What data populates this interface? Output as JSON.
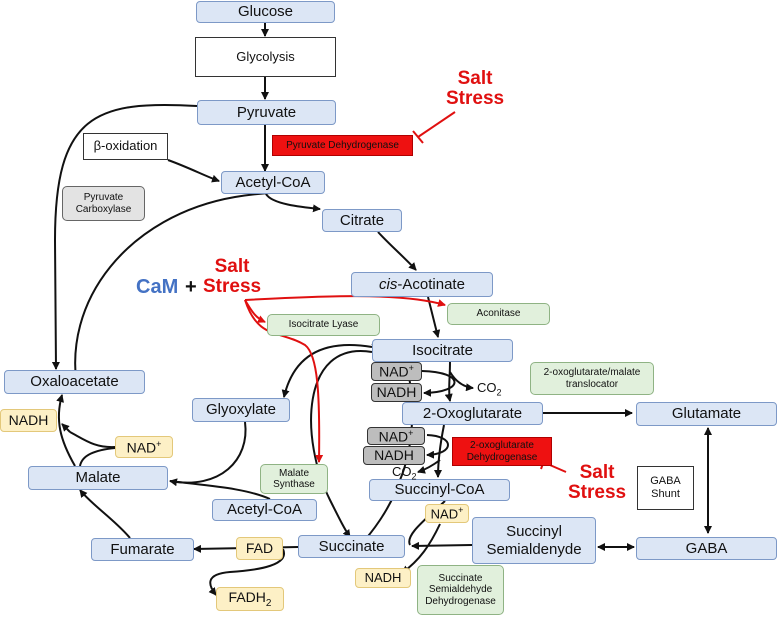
{
  "metabolites": {
    "glucose": "Glucose",
    "pyruvate": "Pyruvate",
    "acetyl_coa": "Acetyl-CoA",
    "citrate": "Citrate",
    "cis_aconitate_prefix": "cis",
    "cis_aconitate_suffix": "-Acotinate",
    "isocitrate": "Isocitrate",
    "oxaloacetate": "Oxaloacetate",
    "glyoxylate": "Glyoxylate",
    "oxoglutarate": "2-Oxoglutarate",
    "glutamate": "Glutamate",
    "malate": "Malate",
    "acetyl_coa_2": "Acetyl-CoA",
    "succinyl_coa": "Succinyl-CoA",
    "succinyl_semialdehyde_1": "Succinyl",
    "succinyl_semialdehyde_2": "Semialdenyde",
    "fumarate": "Fumarate",
    "succinate": "Succinate",
    "gaba": "GABA"
  },
  "processes": {
    "glycolysis": "Glycolysis",
    "beta_oxidation": "β-oxidation",
    "gaba_shunt_1": "GABA",
    "gaba_shunt_2": "Shunt"
  },
  "enzymes": {
    "pyruvate_dehydrogenase": "Pyruvate Dehydrogenase",
    "pyruvate_carboxylase_1": "Pyruvate",
    "pyruvate_carboxylase_2": "Carboxylase",
    "isocitrate_lyase": "Isocitrate Lyase",
    "aconitase": "Aconitase",
    "translocator_1": "2-oxoglutarate/malate",
    "translocator_2": "translocator",
    "oxoglutarate_dh_1": "2-oxoglutarate",
    "oxoglutarate_dh_2": "Dehydrogenase",
    "malate_synthase_1": "Malate",
    "malate_synthase_2": "Synthase",
    "ssadh_1": "Succinate",
    "ssadh_2": "Semialdehyde",
    "ssadh_3": "Dehydrogenase"
  },
  "cofactors": {
    "nadh_left": "NADH",
    "nad_left": "NAD",
    "nad_iso": "NAD",
    "nadh_iso": "NADH",
    "nad_oxo": "NAD",
    "nadh_oxo": "NADH",
    "nad_ssa": "NAD",
    "nadh_ssa": "NADH",
    "fad": "FAD",
    "fadh2": "FADH",
    "fadh2_sub": "2",
    "plus_sup": "+",
    "co2": "CO",
    "co2_sub": "2"
  },
  "labels": {
    "salt_stress_1": "Salt",
    "salt_stress_2": "Stress",
    "cam": "CaM",
    "plus_sign": "+"
  },
  "colors": {
    "metabolite_fill": "#dce6f5",
    "salt_stress_red": "#e01010",
    "cam_blue": "#4472c4",
    "enzyme_red": "#ee1111",
    "enzyme_green": "#e1f0dc",
    "cofactor_yellow": "#fdf0c6"
  }
}
